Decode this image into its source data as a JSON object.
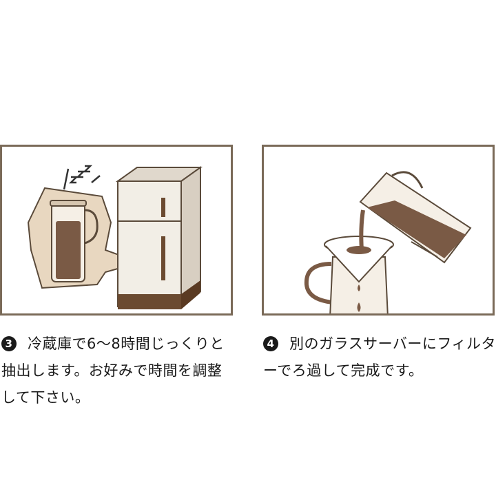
{
  "colors": {
    "frame": "#7a6a58",
    "coffee": "#7a5a45",
    "fridge_base": "#6b4a30",
    "fridge_body": "#f2eee6",
    "bubble": "#e8d7c0",
    "outline": "#5a4a3a"
  },
  "steps": [
    {
      "number": "3",
      "caption": "冷蔵庫で6〜8時間じっくりと抽出します。お好みで時間を調整して下さい。",
      "icons": [
        "fridge-icon",
        "cold-brew-pitcher-icon",
        "sleeping-zzz-icon"
      ]
    },
    {
      "number": "4",
      "caption": "別のガラスサーバーにフィルターでろ過して完成です。",
      "icons": [
        "pouring-pitcher-icon",
        "coffee-filter-icon",
        "glass-server-icon"
      ]
    }
  ]
}
